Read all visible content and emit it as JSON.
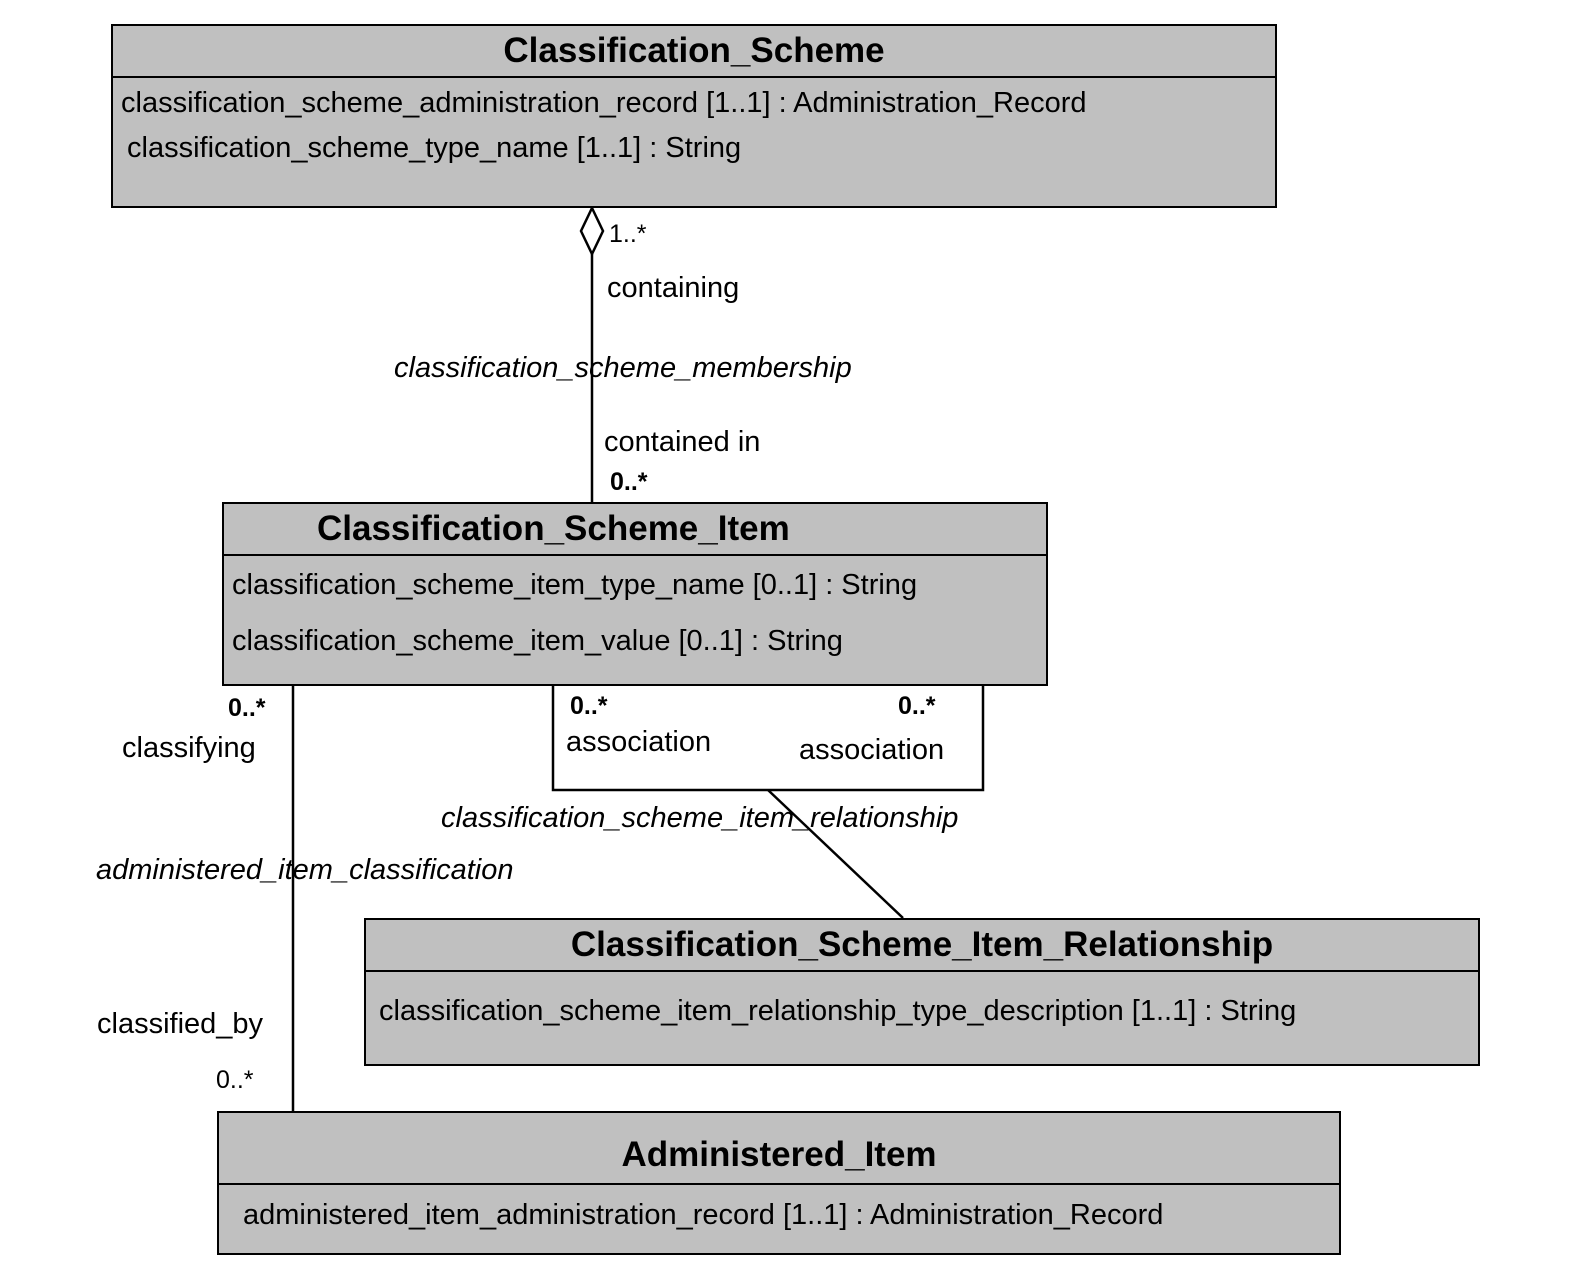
{
  "classes": {
    "classification_scheme": {
      "name": "Classification_Scheme",
      "attributes": [
        "classification_scheme_administration_record [1..1] : Administration_Record",
        "classification_scheme_type_name [1..1] : String"
      ]
    },
    "classification_scheme_item": {
      "name": "Classification_Scheme_Item",
      "attributes": [
        "classification_scheme_item_type_name [0..1] : String",
        "classification_scheme_item_value [0..1] : String"
      ]
    },
    "classification_scheme_item_relationship": {
      "name": "Classification_Scheme_Item_Relationship",
      "attributes": [
        "classification_scheme_item_relationship_type_description [1..1] : String"
      ]
    },
    "administered_item": {
      "name": "Administered_Item",
      "attributes": [
        "administered_item_administration_record [1..1] : Administration_Record"
      ]
    }
  },
  "associations": {
    "membership": {
      "name": "classification_scheme_membership",
      "source_multiplicity": "1..*",
      "source_role": "containing",
      "target_role": "contained in",
      "target_multiplicity": "0..*"
    },
    "item_relationship": {
      "name": "classification_scheme_item_relationship",
      "left_multiplicity": "0..*",
      "left_role": "association",
      "right_multiplicity": "0..*",
      "right_role": "association"
    },
    "item_classification": {
      "name": "administered_item_classification",
      "top_multiplicity": "0..*",
      "top_role": "classifying",
      "bottom_role": "classified_by",
      "bottom_multiplicity": "0..*"
    }
  }
}
